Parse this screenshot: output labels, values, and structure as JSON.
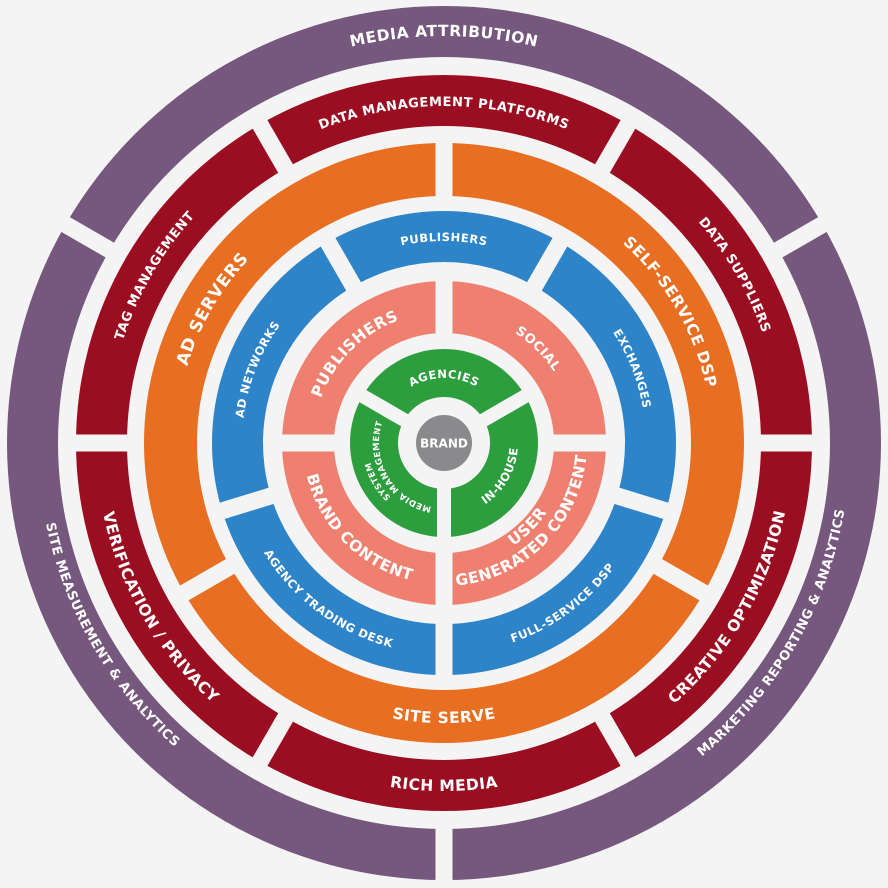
{
  "colors": {
    "background": "#f4f4f4",
    "purple": "#76577d",
    "red": "#9b0e22",
    "orange": "#e86e22",
    "blue": "#2e84c9",
    "pink": "#ef8070",
    "green": "#2d9e3e",
    "gray": "#8a8a8c"
  },
  "center": {
    "label": "BRAND"
  },
  "rings": [
    {
      "id": "measurement",
      "color": "purple",
      "segments": [
        {
          "label": "MEDIA ATTRIBUTION"
        },
        {
          "label": "MARKETING REPORTING & ANALYTICS"
        },
        {
          "label": "SITE MEASUREMENT & ANALYTICS"
        }
      ]
    },
    {
      "id": "data-and-tools",
      "color": "red",
      "segments": [
        {
          "label": "DATA MANAGEMENT PLATFORMS"
        },
        {
          "label": "DATA SUPPLIERS"
        },
        {
          "label": "CREATIVE OPTIMIZATION"
        },
        {
          "label": "RICH MEDIA"
        },
        {
          "label": "VERIFICATION / PRIVACY"
        },
        {
          "label": "TAG MANAGEMENT"
        }
      ]
    },
    {
      "id": "serving",
      "color": "orange",
      "segments": [
        {
          "label": "AD SERVERS"
        },
        {
          "label": "SELF-SERVICE DSP"
        },
        {
          "label": "SITE SERVE"
        }
      ]
    },
    {
      "id": "buying",
      "color": "blue",
      "segments": [
        {
          "label": "PUBLISHERS"
        },
        {
          "label": "EXCHANGES"
        },
        {
          "label": "FULL-SERVICE DSP"
        },
        {
          "label": "AGENCY TRADING DESK"
        },
        {
          "label": "AD NETWORKS"
        }
      ]
    },
    {
      "id": "content",
      "color": "pink",
      "segments": [
        {
          "label": "PUBLISHERS"
        },
        {
          "label": "SOCIAL"
        },
        {
          "label": "USER",
          "label2": "GENERATED CONTENT"
        },
        {
          "label": "BRAND CONTENT"
        }
      ]
    },
    {
      "id": "management",
      "color": "green",
      "segments": [
        {
          "label": "AGENCIES"
        },
        {
          "label": "IN-HOUSE"
        },
        {
          "label": "MEDIA MANAGEMENT",
          "label2": "SYSTEM"
        }
      ]
    }
  ]
}
